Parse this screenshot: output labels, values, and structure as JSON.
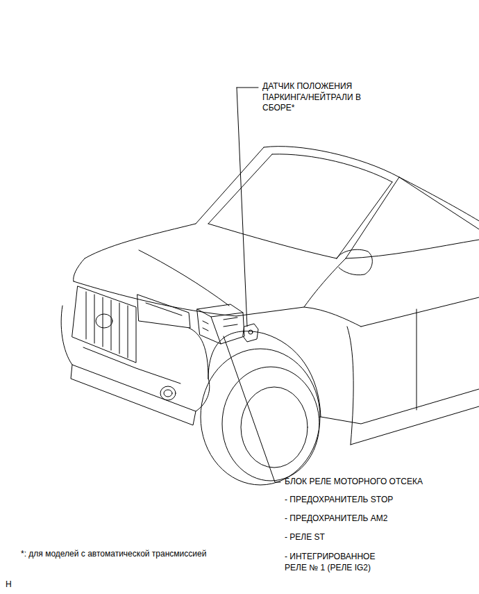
{
  "diagram": {
    "labels": [
      "ДАТЧИК ПОЛОЖЕНИЯ ПАРКИНГА/НЕЙТРАЛИ В СБОРЕ*",
      "БЛОК РЕЛЕ МОТОРНОГО ОТСЕКА",
      "- ПРЕДОХРАНИТЕЛЬ STOP",
      "- ПРЕДОХРАНИТЕЛЬ AM2",
      "- РЕЛЕ ST",
      "- ИНТЕГРИРОВАННОЕ РЕЛЕ № 1 (РЕЛЕ IG2)",
      "*: для моделей с автоматической трансмиссией",
      "H"
    ]
  }
}
